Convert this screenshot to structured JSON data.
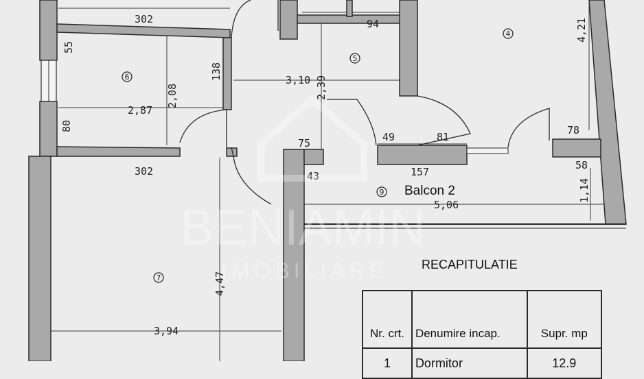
{
  "rooms": [
    {
      "id": "room-4",
      "number": "4"
    },
    {
      "id": "room-5",
      "number": "5"
    },
    {
      "id": "room-6",
      "number": "6"
    },
    {
      "id": "room-7",
      "number": "7"
    },
    {
      "id": "room-9",
      "number": "9"
    }
  ],
  "dimensions": {
    "d302_top": "302",
    "d94": "94",
    "d421": "4,21",
    "d55": "55",
    "d138": "138",
    "d310": "3,10",
    "d239": "2,39",
    "d208": "2,08",
    "d287": "2,87",
    "d80": "80",
    "d49": "49",
    "d81": "81",
    "d78": "78",
    "d75": "75",
    "d302_mid": "302",
    "d157": "157",
    "d58": "58",
    "d43": "43",
    "d114": "1,14",
    "d506": "5,06",
    "d447": "4,47",
    "d394": "3,94"
  },
  "balcony_label": "Balcon 2",
  "recap": {
    "title": "RECAPITULATIE",
    "headers": [
      "Nr. crt.",
      "Denumire incap.",
      "Supr. mp"
    ],
    "rows": [
      {
        "nr": "1",
        "name": "Dormitor",
        "area": "12.9"
      }
    ]
  },
  "watermark": {
    "line1": "BENIAMIN",
    "line2": "IMOBILIARE"
  }
}
